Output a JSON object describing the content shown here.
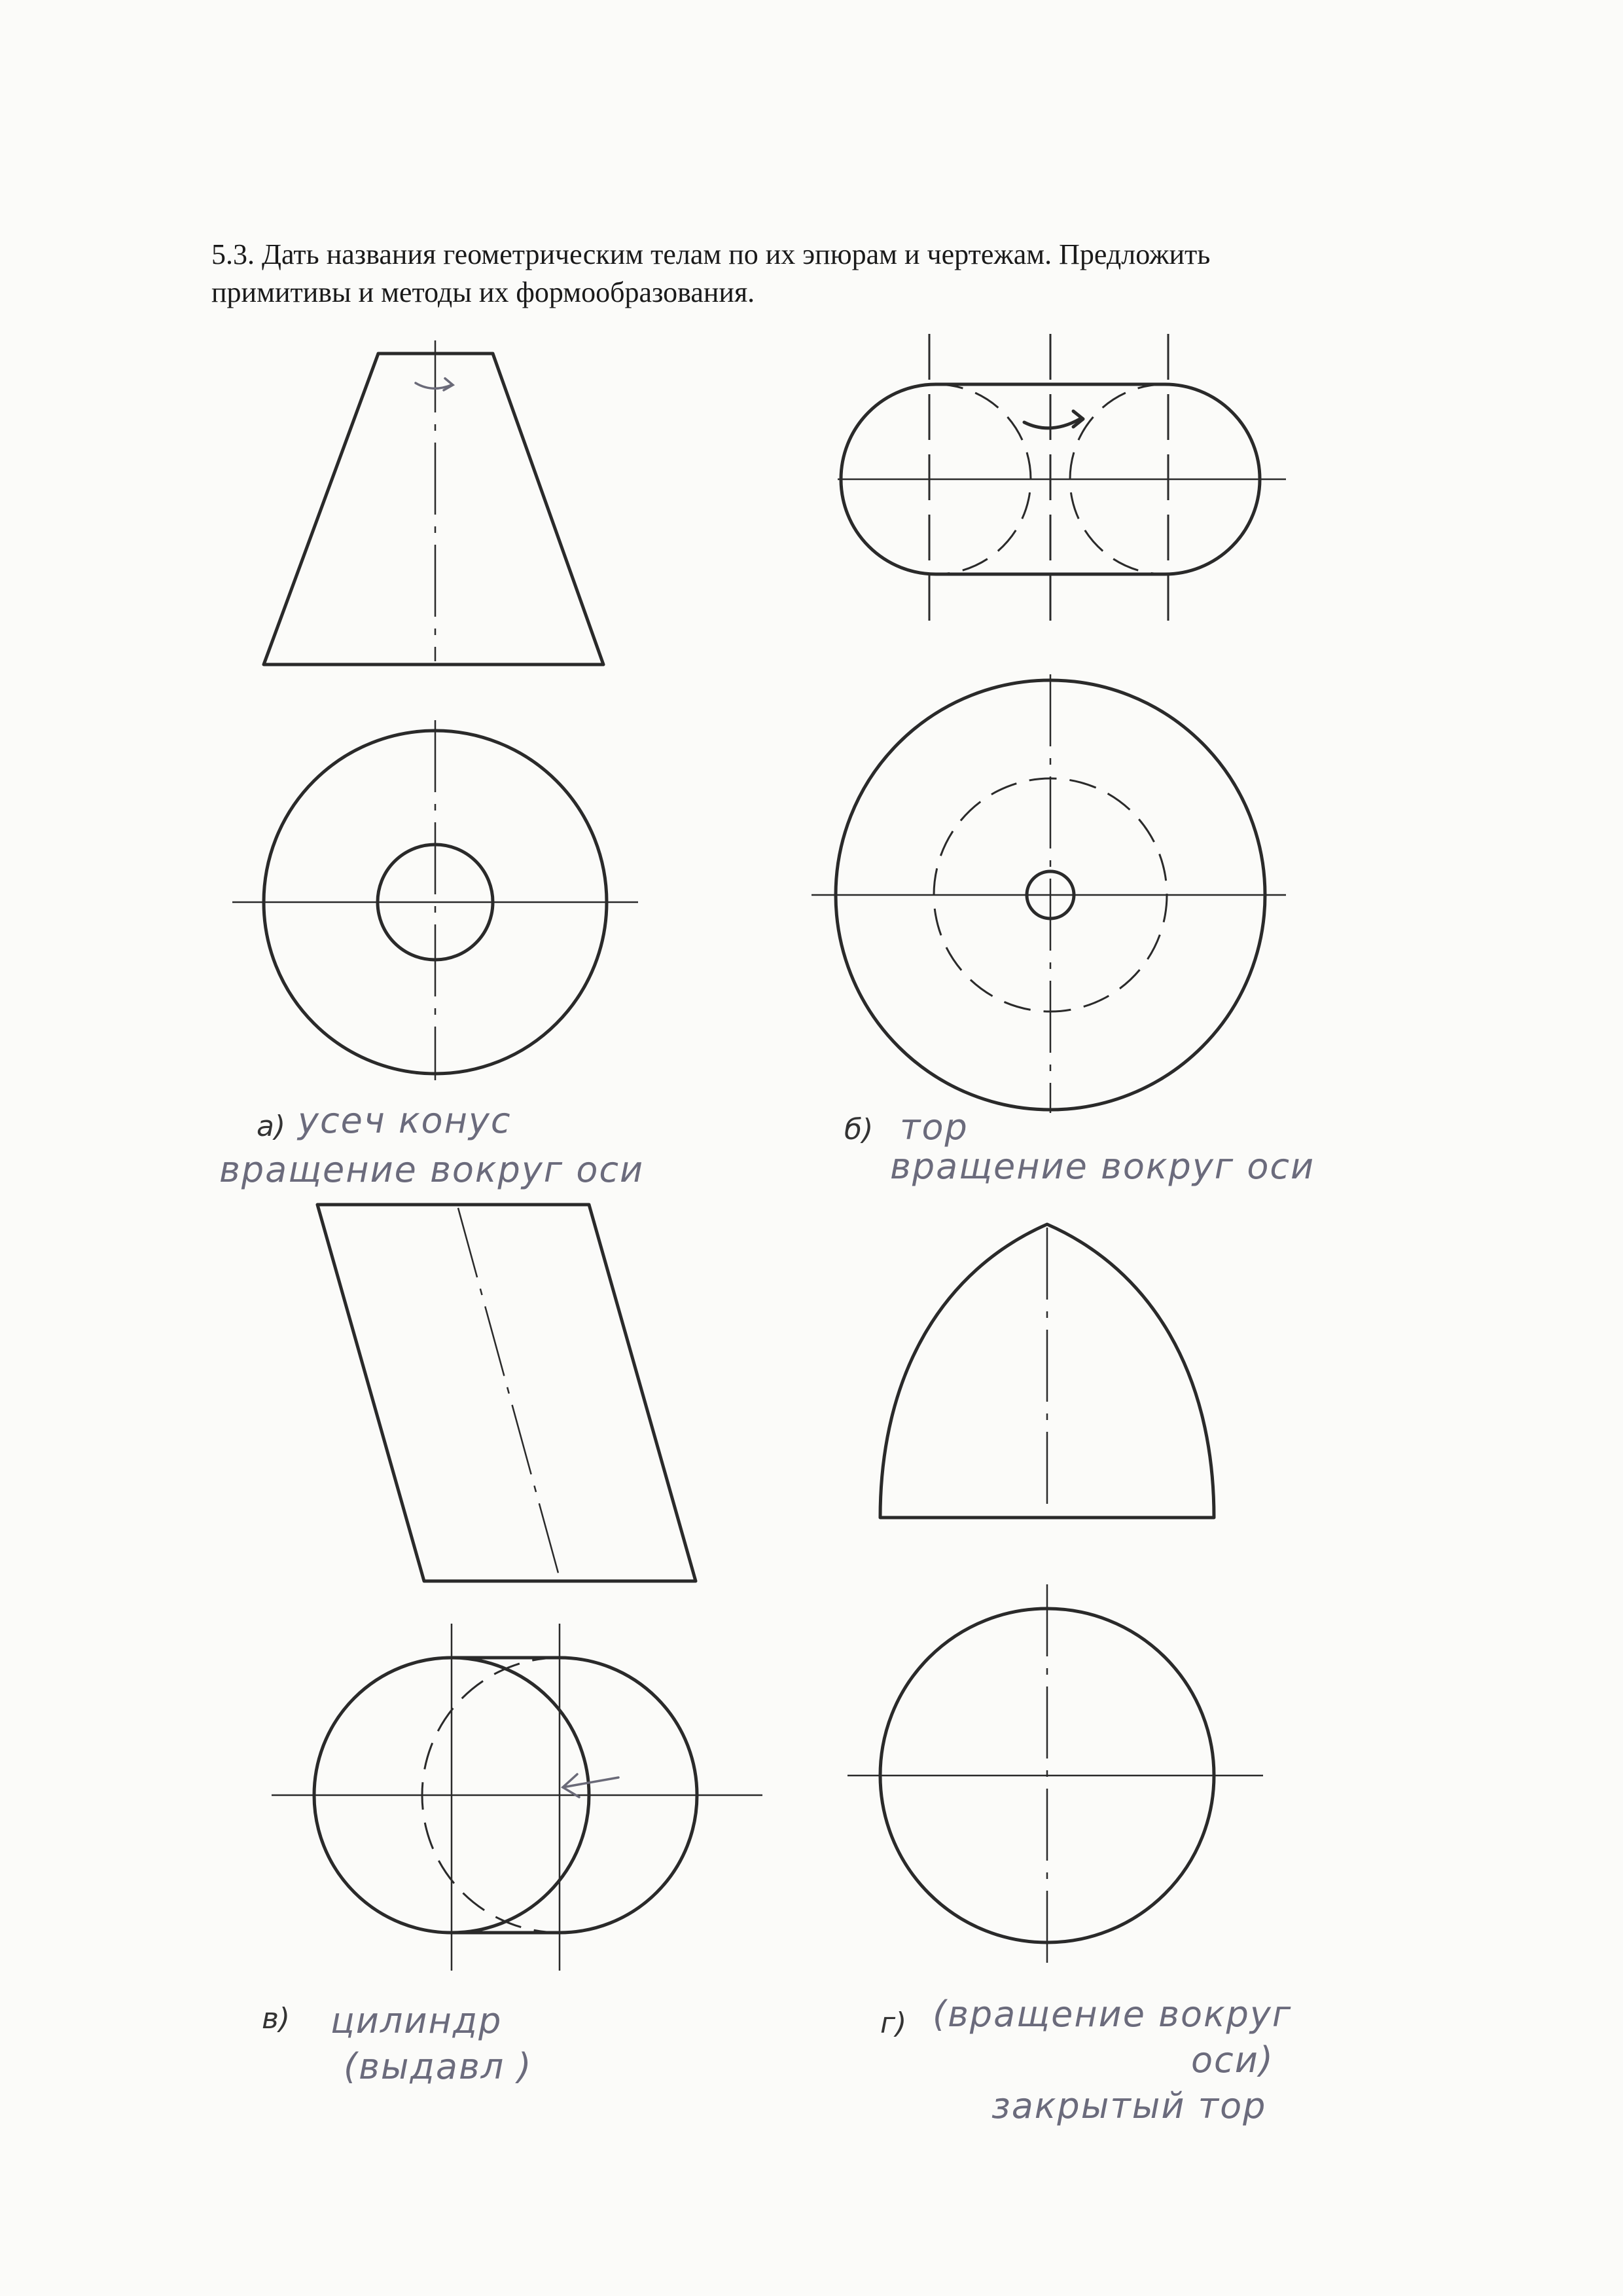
{
  "heading": {
    "line1": "5.3. Дать названия геометрическим телам по их эпюрам и чертежам. Предложить",
    "line2": "примитивы и методы их формообразования."
  },
  "figures": {
    "a": {
      "label": "а)",
      "note_line1": "усеч конус",
      "note_line2": "вращение вокруг оси"
    },
    "b": {
      "label": "б)",
      "note_line1": "тор",
      "note_line2": "вращение вокруг оси"
    },
    "v": {
      "label": "в)",
      "note_line1": "цилиндр",
      "note_line2": "(выдавл )"
    },
    "g": {
      "label": "г)",
      "note_line1": "(вращение вокруг",
      "note_line2": "оси)",
      "note_line3": "закрытый тор"
    }
  },
  "colors": {
    "ink": "#2a2a2a",
    "pencil": "#6b6b7c",
    "paper": "#fbfbf9"
  }
}
